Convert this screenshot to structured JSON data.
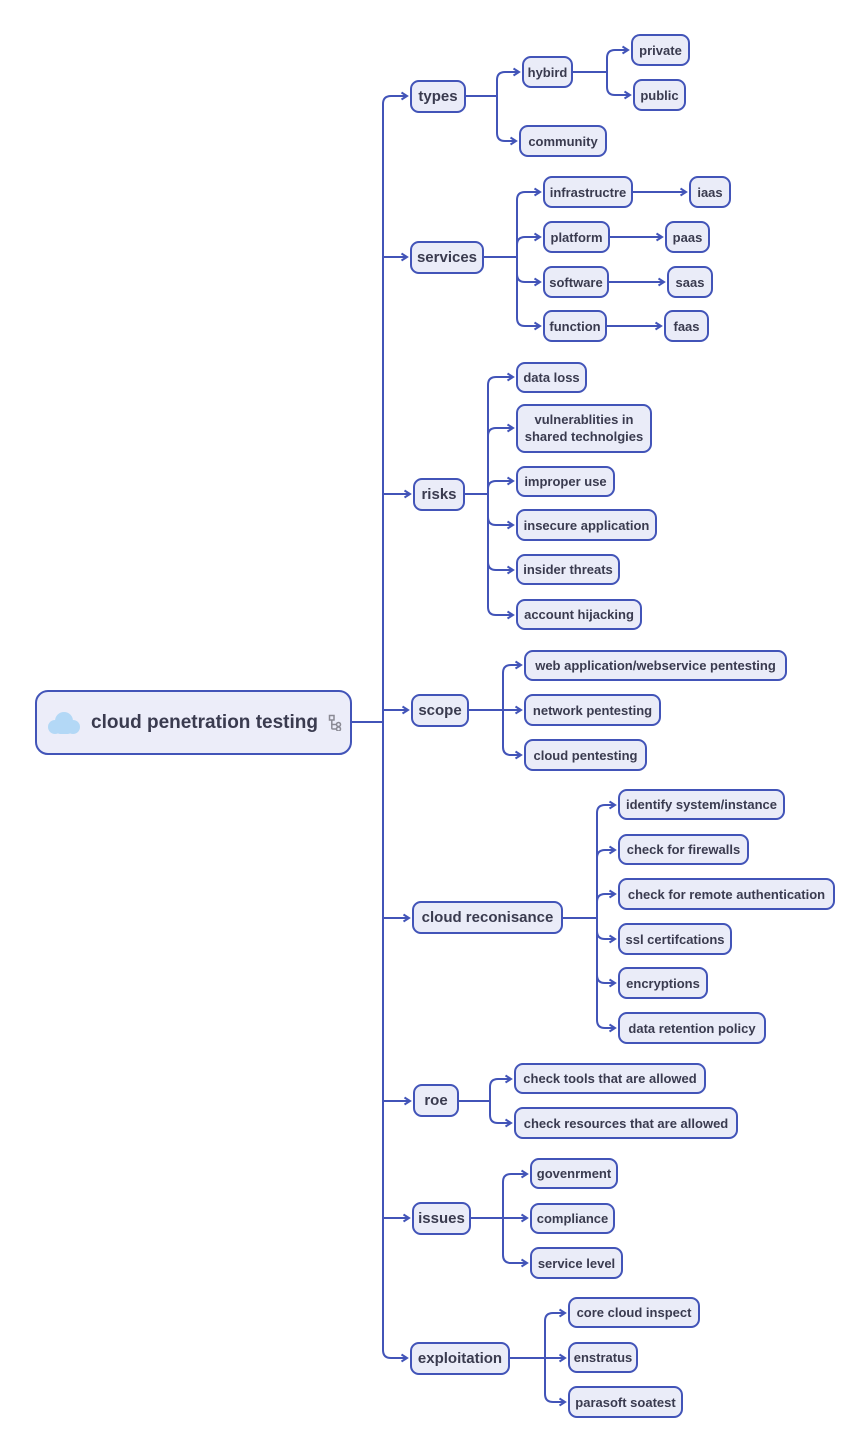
{
  "palette": {
    "line": "#4254b8",
    "node_border": "#4254b8",
    "node_fill": "#eaecf8",
    "root_fill": "#ecedf9",
    "text": "#3a3b4f",
    "cloud_icon_fill": "#b3d8f6",
    "expander_icon_color": "#8a8a94"
  },
  "root": {
    "label": "cloud penetration testing",
    "left_icon": "cloud-icon",
    "right_icon": "sitemap-icon"
  },
  "branches": [
    {
      "label": "types",
      "children": [
        {
          "label": "hybird",
          "children": [
            {
              "label": "private"
            },
            {
              "label": "public"
            }
          ]
        },
        {
          "label": "community"
        }
      ]
    },
    {
      "label": "services",
      "children": [
        {
          "label": "infrastructre",
          "children": [
            {
              "label": "iaas"
            }
          ]
        },
        {
          "label": "platform",
          "children": [
            {
              "label": "paas"
            }
          ]
        },
        {
          "label": "software",
          "children": [
            {
              "label": "saas"
            }
          ]
        },
        {
          "label": "function",
          "children": [
            {
              "label": "faas"
            }
          ]
        }
      ]
    },
    {
      "label": "risks",
      "children": [
        {
          "label": "data loss"
        },
        {
          "label": "vulnerablities in shared technolgies"
        },
        {
          "label": "improper use"
        },
        {
          "label": "insecure application"
        },
        {
          "label": "insider threats"
        },
        {
          "label": "account hijacking"
        }
      ]
    },
    {
      "label": "scope",
      "children": [
        {
          "label": "web application/webservice pentesting"
        },
        {
          "label": "network pentesting"
        },
        {
          "label": "cloud pentesting"
        }
      ]
    },
    {
      "label": "cloud reconisance",
      "children": [
        {
          "label": "identify system/instance"
        },
        {
          "label": "check for firewalls"
        },
        {
          "label": "check for remote authentication"
        },
        {
          "label": "ssl certifcations"
        },
        {
          "label": "encryptions"
        },
        {
          "label": "data retention policy"
        }
      ]
    },
    {
      "label": "roe",
      "children": [
        {
          "label": "check tools that are allowed"
        },
        {
          "label": "check resources that are allowed"
        }
      ]
    },
    {
      "label": "issues",
      "children": [
        {
          "label": "govenrment"
        },
        {
          "label": "compliance"
        },
        {
          "label": "service level"
        }
      ]
    },
    {
      "label": "exploitation",
      "children": [
        {
          "label": "core cloud inspect"
        },
        {
          "label": "enstratus"
        },
        {
          "label": "parasoft soatest"
        }
      ]
    }
  ]
}
